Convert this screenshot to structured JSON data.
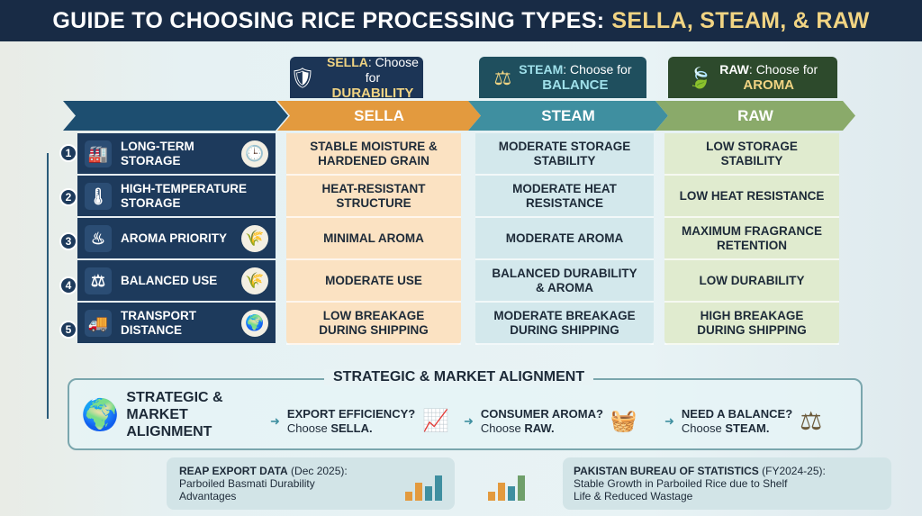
{
  "title": {
    "main": "GUIDE TO CHOOSING RICE PROCESSING TYPES:",
    "highlight": "SELLA, STEAM, & RAW"
  },
  "badges": [
    {
      "name": "SELLA",
      "text": "Choose for",
      "emph": "DURABILITY",
      "icon": "shield-icon"
    },
    {
      "name": "STEAM",
      "text": "Choose for",
      "emph": "BALANCE",
      "icon": "scale-icon"
    },
    {
      "name": "RAW",
      "text": "Choose for",
      "emph": "AROMA",
      "icon": "leaf-icon"
    }
  ],
  "columns": [
    "SELLA",
    "STEAM",
    "RAW"
  ],
  "colors": {
    "navy": "#1d3a5c",
    "sella": "#e39a3e",
    "steam": "#3f8fa0",
    "raw": "#8aaa6a"
  },
  "rows": [
    {
      "num": "1",
      "label": "LONG-TERM STORAGE",
      "icon": "warehouse-icon",
      "right_icon": "clock-icon",
      "sella": "STABLE MOISTURE & HARDENED GRAIN",
      "steam": "MODERATE STORAGE STABILITY",
      "raw": "LOW STORAGE STABILITY"
    },
    {
      "num": "2",
      "label": "HIGH-TEMPERATURE STORAGE",
      "icon": "thermometer-icon",
      "right_icon": "",
      "sella": "HEAT-RESISTANT STRUCTURE",
      "steam": "MODERATE HEAT RESISTANCE",
      "raw": "LOW HEAT RESISTANCE"
    },
    {
      "num": "3",
      "label": "AROMA PRIORITY",
      "icon": "aroma-icon",
      "right_icon": "rice-grain-icon",
      "sella": "MINIMAL AROMA",
      "steam": "MODERATE AROMA",
      "raw": "MAXIMUM FRAGRANCE RETENTION"
    },
    {
      "num": "4",
      "label": "BALANCED USE",
      "icon": "scale-icon",
      "right_icon": "wheat-icon",
      "sella": "MODERATE USE",
      "steam": "BALANCED DURABILITY & AROMA",
      "raw": "LOW DURABILITY"
    },
    {
      "num": "5",
      "label": "TRANSPORT DISTANCE",
      "icon": "truck-icon",
      "right_icon": "globe-icon",
      "sella": "LOW BREAKAGE DURING SHIPPING",
      "steam": "MODERATE BREAKAGE DURING SHIPPING",
      "raw": "HIGH BREAKAGE DURING SHIPPING"
    }
  ],
  "strategic": {
    "title": "STRATEGIC & MARKET ALIGNMENT",
    "label": "STRATEGIC & MARKET ALIGNMENT",
    "items": [
      {
        "q": "EXPORT EFFICIENCY?",
        "pre": "Choose",
        "choice": "SELLA."
      },
      {
        "q": "CONSUMER AROMA?",
        "pre": "Choose",
        "choice": "RAW."
      },
      {
        "q": "NEED A BALANCE?",
        "pre": "Choose",
        "choice": "STEAM."
      }
    ]
  },
  "sources": [
    {
      "title": "REAP EXPORT DATA",
      "sub": "(Dec 2025):",
      "body": "Parboiled Basmati Durability Advantages"
    },
    {
      "title": "PAKISTAN BUREAU OF STATISTICS",
      "sub": "(FY2024-25):",
      "body": "Stable Growth in Parboiled Rice due to Shelf Life & Reduced Wastage"
    }
  ]
}
